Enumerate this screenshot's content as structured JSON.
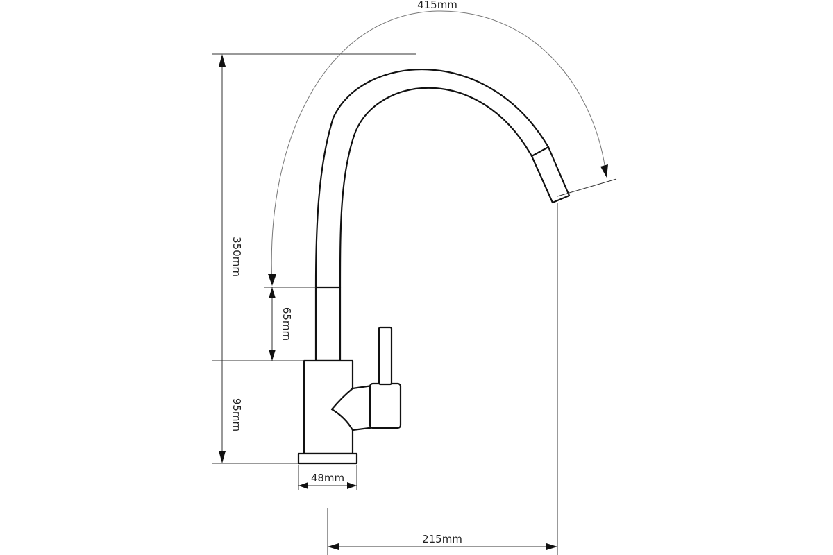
{
  "diagram": {
    "dimensions": {
      "arc_length": "415mm",
      "total_height": "350mm",
      "neck_height": "65mm",
      "body_height": "95mm",
      "base_width": "48mm",
      "reach": "215mm"
    }
  }
}
